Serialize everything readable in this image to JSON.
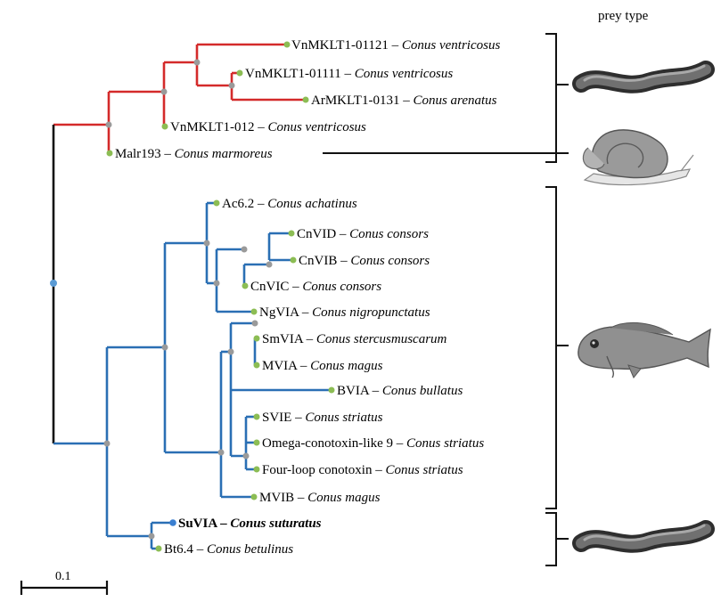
{
  "header": {
    "prey_type_label": "prey type"
  },
  "scale_bar": {
    "label": "0.1"
  },
  "colors": {
    "red_clade": "#d42a2a",
    "blue_clade": "#2a6fb4",
    "root_branch": "#111111",
    "node_grey": "#9a9a9a",
    "leaf_green": "#8cbd54",
    "highlight_blue": "#3a7fd0"
  },
  "leaves": [
    {
      "id": "vnmklt1-01121",
      "name": "VnMKLT1-01121",
      "species": "Conus ventricosus",
      "bold": false
    },
    {
      "id": "vnmklt1-01111",
      "name": "VnMKLT1-01111",
      "species": "Conus ventricosus",
      "bold": false
    },
    {
      "id": "armklt1-0131",
      "name": "ArMKLT1-0131",
      "species": "Conus arenatus",
      "bold": false
    },
    {
      "id": "vnmklt1-012",
      "name": "VnMKLT1-012",
      "species": "Conus ventricosus",
      "bold": false
    },
    {
      "id": "malr193",
      "name": "Malr193",
      "species": "Conus marmoreus",
      "bold": false
    },
    {
      "id": "ac6-2",
      "name": "Ac6.2",
      "species": "Conus achatinus",
      "bold": false
    },
    {
      "id": "cnvid",
      "name": "CnVID",
      "species": "Conus consors",
      "bold": false
    },
    {
      "id": "cnvib",
      "name": "CnVIB",
      "species": "Conus consors",
      "bold": false
    },
    {
      "id": "cnvic",
      "name": "CnVIC",
      "species": "Conus consors",
      "bold": false
    },
    {
      "id": "ngvia",
      "name": "NgVIA",
      "species": "Conus nigropunctatus",
      "bold": false
    },
    {
      "id": "smvia",
      "name": "SmVIA",
      "species": "Conus stercusmuscarum",
      "bold": false
    },
    {
      "id": "mvia",
      "name": "MVIA",
      "species": "Conus magus",
      "bold": false
    },
    {
      "id": "bvia",
      "name": "BVIA",
      "species": "Conus bullatus",
      "bold": false
    },
    {
      "id": "svie",
      "name": "SVIE",
      "species": "Conus striatus",
      "bold": false
    },
    {
      "id": "omega-conotoxin-like-9",
      "name": "Omega-conotoxin-like 9",
      "species": "Conus striatus",
      "bold": false
    },
    {
      "id": "four-loop-conotoxin",
      "name": "Four-loop conotoxin",
      "species": "Conus striatus",
      "bold": false
    },
    {
      "id": "mvib",
      "name": "MVIB",
      "species": "Conus magus",
      "bold": false
    },
    {
      "id": "suvia",
      "name": "SuVIA",
      "species": "Conus suturatus",
      "bold": true
    },
    {
      "id": "bt6-4",
      "name": "Bt6.4",
      "species": "Conus betulinus",
      "bold": false
    }
  ],
  "prey_groups": [
    {
      "prey": "worm",
      "icon": "worm-icon"
    },
    {
      "prey": "snail",
      "icon": "snail-icon"
    },
    {
      "prey": "fish",
      "icon": "fish-icon"
    },
    {
      "prey": "worm",
      "icon": "worm-icon"
    }
  ]
}
